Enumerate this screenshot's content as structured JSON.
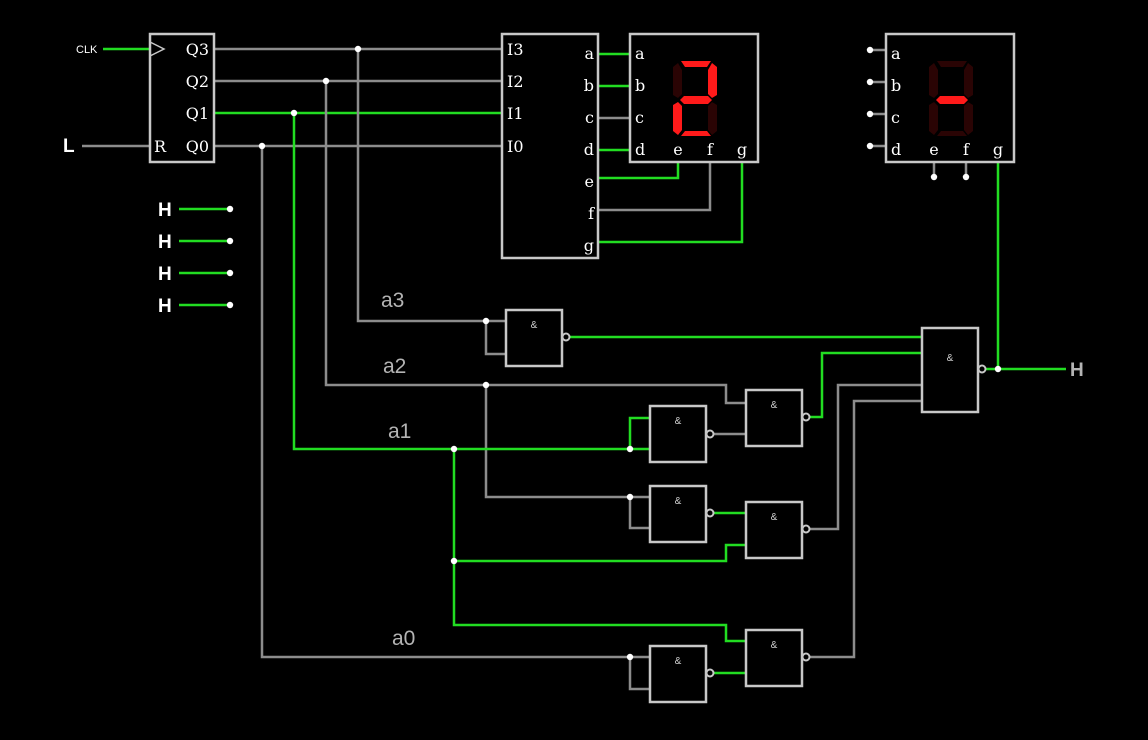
{
  "counter": {
    "clk_label": "CLK",
    "reset_pin_label": "R",
    "reset_input": "L",
    "outputs": [
      "Q3",
      "Q2",
      "Q1",
      "Q0"
    ]
  },
  "decoder": {
    "inputs": [
      "I3",
      "I2",
      "I1",
      "I0"
    ],
    "outputs": [
      "a",
      "b",
      "c",
      "d",
      "e",
      "f",
      "g"
    ]
  },
  "display_main": {
    "pins": [
      "a",
      "b",
      "c",
      "d",
      "e",
      "f",
      "g"
    ],
    "digit": "2",
    "lit_segments": [
      "a",
      "b",
      "g",
      "e",
      "d"
    ]
  },
  "display_secondary": {
    "pins": [
      "a",
      "b",
      "c",
      "d",
      "e",
      "f",
      "g"
    ],
    "lit_segments": [
      "g"
    ]
  },
  "constants": {
    "high_inputs": [
      "H",
      "H",
      "H",
      "H"
    ],
    "output_value": "H"
  },
  "nets": {
    "a3": "a3",
    "a2": "a2",
    "a1": "a1",
    "a0": "a0"
  },
  "gates": {
    "symbol": "&"
  },
  "colors": {
    "high": "#22dd22",
    "low": "#8c8c8c",
    "segment_on": "#ff1a1a",
    "segment_off": "#2a0404"
  }
}
